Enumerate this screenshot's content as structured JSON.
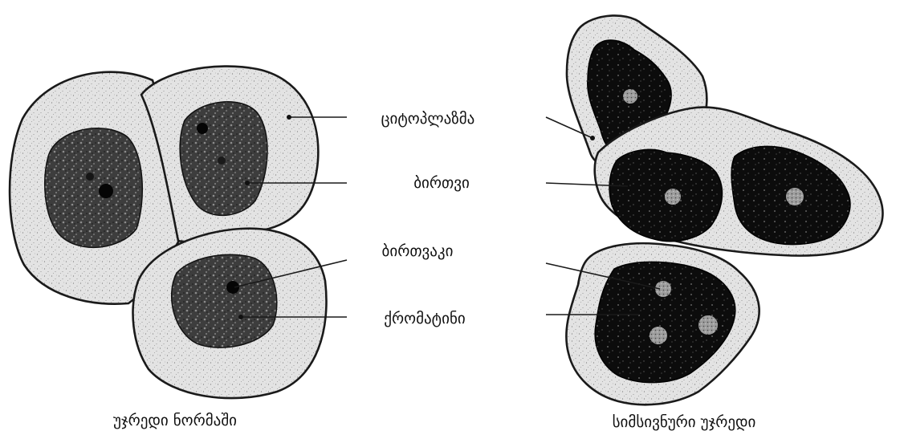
{
  "labels": {
    "cytoplasm": "ციტოპლაზმა",
    "nucleus": "ბირთვი",
    "nucleolus": "ბირთვაკი",
    "chromatin": "ქრომატინი"
  },
  "captions": {
    "normal": "უჯრედი ნორმაში",
    "cancer": "სიმსივნური უჯრედი"
  },
  "colors": {
    "ink": "#111111",
    "cytoplasm_fill": "#e2e2e2",
    "background": "#ffffff"
  }
}
